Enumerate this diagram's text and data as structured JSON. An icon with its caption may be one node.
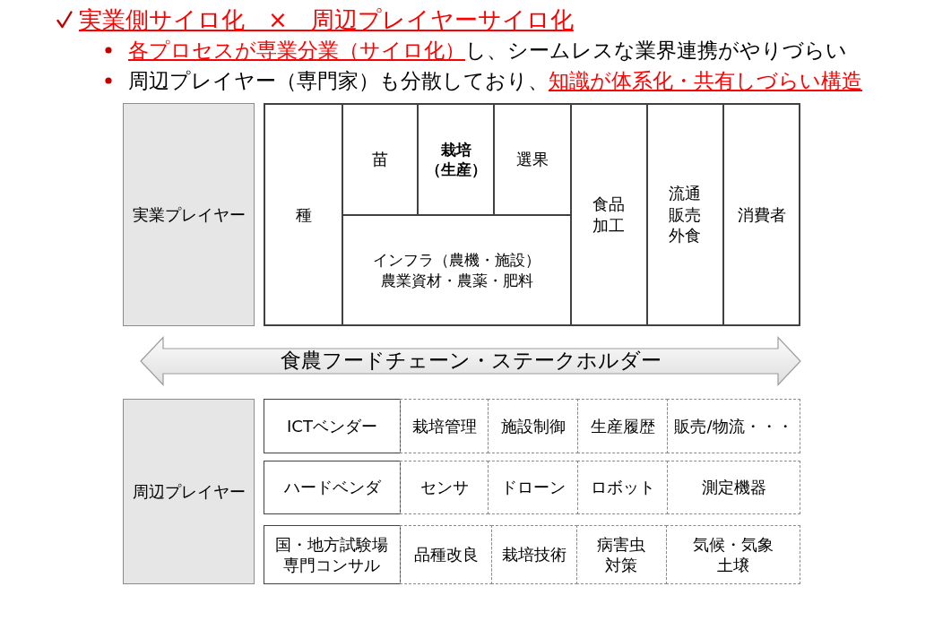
{
  "diagram": {
    "title": "実業側サイロ化　×　周辺プレイヤーサイロ化",
    "nodes": [
      {
        "text": [
          "実業プレイヤー"
        ]
      },
      {
        "text": [
          "種"
        ]
      },
      {
        "text": [
          "苗"
        ]
      },
      {
        "text": [
          "栽培（生産）"
        ]
      },
      {
        "text": [
          "選果"
        ]
      },
      {
        "text": [
          "インフラ（農機・施設）農業資材・農薬・肥料"
        ]
      },
      {
        "text": [
          "食品加工"
        ]
      },
      {
        "text": [
          "流通販売外食"
        ]
      },
      {
        "text": [
          "消費者"
        ]
      },
      {
        "text": [
          "食農フードチェーン・ステークホルダー"
        ]
      },
      {
        "text": [
          "周辺プレイヤー"
        ]
      },
      {
        "text": [
          "ICTベンダー"
        ]
      },
      {
        "text": [
          "栽培管理"
        ]
      },
      {
        "text": [
          "施設制御"
        ]
      },
      {
        "text": [
          "生産履歴"
        ]
      },
      {
        "text": [
          "販売/物流・・・"
        ]
      },
      {
        "text": [
          "ハードベンダ"
        ]
      },
      {
        "text": [
          "センサ"
        ]
      },
      {
        "text": [
          "ドローン"
        ]
      },
      {
        "text": [
          "ロボット"
        ]
      },
      {
        "text": [
          "測定機器"
        ]
      },
      {
        "text": [
          "国・地方試験場専門コンサル"
        ]
      },
      {
        "text": [
          "品種改良"
        ]
      },
      {
        "text": [
          "栽培技術"
        ]
      },
      {
        "text": [
          "病害虫対策"
        ]
      },
      {
        "text": [
          "気候・気象土壌"
        ]
      }
    ],
    "labels": [
      "**各プロセスが専業分業（サイロ化）**し、シームレスな業界連携がやりづらい",
      "周辺プレイヤー（専門家）も分散しており、**知識が体系化・共有しづらい構造**"
    ]
  }
}
